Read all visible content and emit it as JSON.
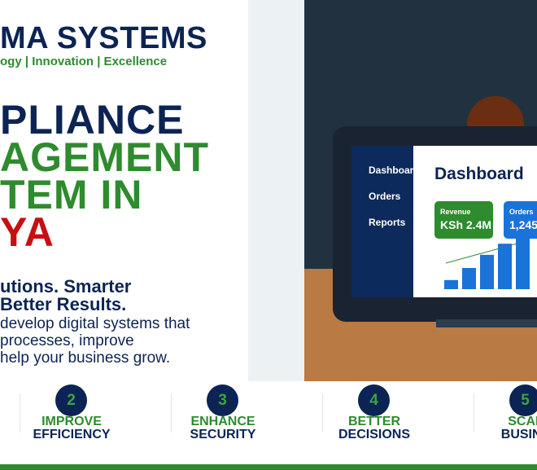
{
  "brand": {
    "name": "MA SYSTEMS",
    "tagline": "ogy | Innovation | Excellence"
  },
  "headline": {
    "line1": "PLIANCE",
    "line2": "AGEMENT",
    "line3": "TEM IN",
    "line4": "YA"
  },
  "subheading": {
    "line1": "utions. Smarter",
    "line2": "Better Results."
  },
  "description": {
    "line1": " develop digital systems that",
    "line2": "processes, improve",
    "line3": "help your business grow."
  },
  "dashboard": {
    "sidebar_items": [
      "Dashboar",
      "Orders",
      "Reports"
    ],
    "title": "Dashboard",
    "revenue_label": "Revenue",
    "revenue_value": "KSh 2.4M",
    "orders_label": "Orders",
    "orders_value": "1,245",
    "bar_levels": [
      0.18,
      0.42,
      0.68,
      0.9,
      1.0
    ]
  },
  "steps": [
    {
      "number": "2",
      "line1": "IMPROVE",
      "line2": "EFFICIENCY"
    },
    {
      "number": "3",
      "line1": "ENHANCE",
      "line2": "SECURITY"
    },
    {
      "number": "4",
      "line1": "BETTER",
      "line2": "DECISIONS"
    },
    {
      "number": "5",
      "line1": "SCAL",
      "line2": "BUSINE"
    }
  ],
  "colors": {
    "navy": "#0b2454",
    "green": "#2e8b2e",
    "red": "#c80e12",
    "blue": "#1a73d9"
  }
}
